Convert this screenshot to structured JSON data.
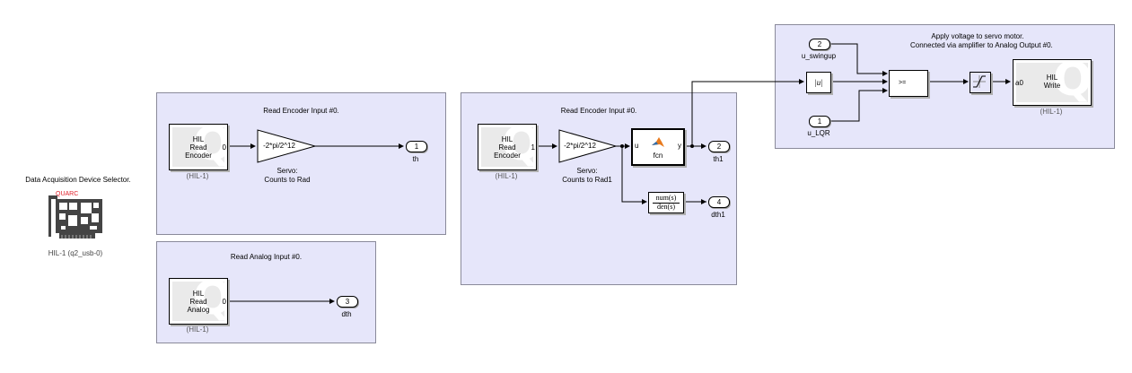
{
  "daq": {
    "title": "Data Acquisition Device Selector.",
    "brand": "QUARC",
    "caption": "HIL-1 (q2_usb-0)"
  },
  "area_enc1": {
    "title": "Read Encoder Input #0.",
    "hil_lines": [
      "HIL",
      "Read",
      "Encoder"
    ],
    "hil_port": "0",
    "hil_caption": "(HIL-1)",
    "gain_text": "-2*pi/2^12",
    "gain_caption": [
      "Servo:",
      "Counts to Rad"
    ],
    "out_num": "1",
    "out_label": "th"
  },
  "area_analog": {
    "title": "Read Analog Input #0.",
    "hil_lines": [
      "HIL",
      "Read",
      "Analog"
    ],
    "hil_port": "0",
    "hil_caption": "(HIL-1)",
    "out_num": "3",
    "out_label": "dth"
  },
  "area_enc2": {
    "title": "Read Encoder Input #0.",
    "hil_lines": [
      "HIL",
      "Read",
      "Encoder"
    ],
    "hil_port": "1",
    "hil_caption": "(HIL-1)",
    "gain_text": "-2*pi/2^12",
    "gain_caption": [
      "Servo:",
      "Counts to Rad1"
    ],
    "fcn_in": "u",
    "fcn_out": "y",
    "fcn_label": "fcn",
    "tf_num": "num(s)",
    "tf_den": "den(s)",
    "out1_num": "2",
    "out1_label": "th1",
    "out2_num": "4",
    "out2_label": "dth1"
  },
  "area_write": {
    "title_lines": [
      "Apply voltage to servo motor.",
      "Connected via amplifier to Analog Output #0."
    ],
    "in1_num": "2",
    "in1_label": "u_swingup",
    "in2_num": "1",
    "in2_label": "u_LQR",
    "abs_label": "|u|",
    "switch_label": ">=",
    "hil_lines": [
      "HIL",
      "Write"
    ],
    "hil_port": "a0",
    "hil_caption": "(HIL-1)"
  }
}
